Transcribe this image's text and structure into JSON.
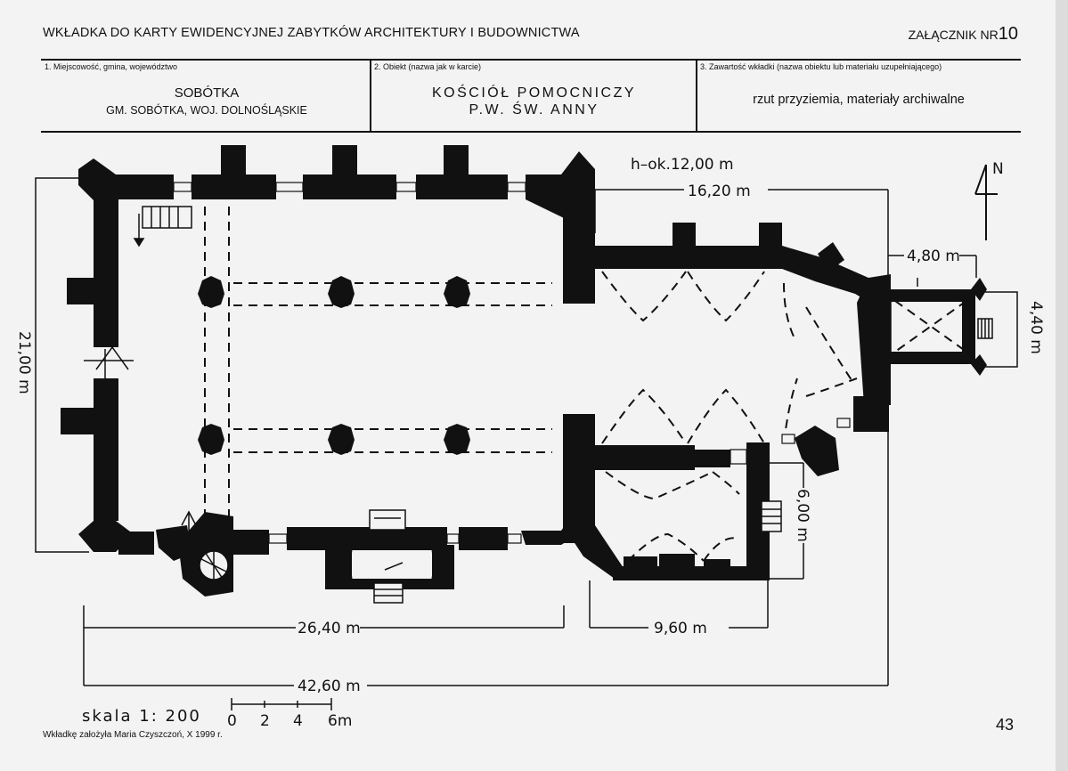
{
  "header": {
    "title": "WKŁADKA DO KARTY EWIDENCYJNEJ ZABYTKÓW ARCHITEKTURY I BUDOWNICTWA",
    "annex_label": "ZAŁĄCZNIK NR",
    "annex_number": "10"
  },
  "fields": [
    {
      "label": "1. Miejscowość, gmina, województwo",
      "line1": "SOBÓTKA",
      "line2": "GM. SOBÓTKA, WOJ. DOLNOŚLĄSKIE"
    },
    {
      "label": "2. Obiekt (nazwa jak w karcie)",
      "line1": "KOŚCIÓŁ POMOCNICZY",
      "line2": "P.W. ŚW. ANNY"
    },
    {
      "label": "3. Zawartość wkładki (nazwa obiektu lub materiału uzupełniającego)",
      "line1": "rzut przyziemia, materiały archiwalne"
    }
  ],
  "plan": {
    "height_note": "h–ok.12,00 m",
    "north_label": "N",
    "dims": {
      "nave_height": "21,00 m",
      "chancel_length": "16,20 m",
      "tower_width": "4,80 m",
      "tower_depth": "4,40 m",
      "sacristy_width": "6,00 m",
      "nave_length": "26,40 m",
      "sacristy_length": "9,60 m",
      "total_length": "42,60 m"
    },
    "scale": {
      "label": "skala 1: 200",
      "ticks": [
        "0",
        "2",
        "4",
        "6m"
      ]
    }
  },
  "footer": {
    "author": "Wkładkę założyła Maria Czyszczoń, X 1999 r.",
    "page_number": "43"
  }
}
